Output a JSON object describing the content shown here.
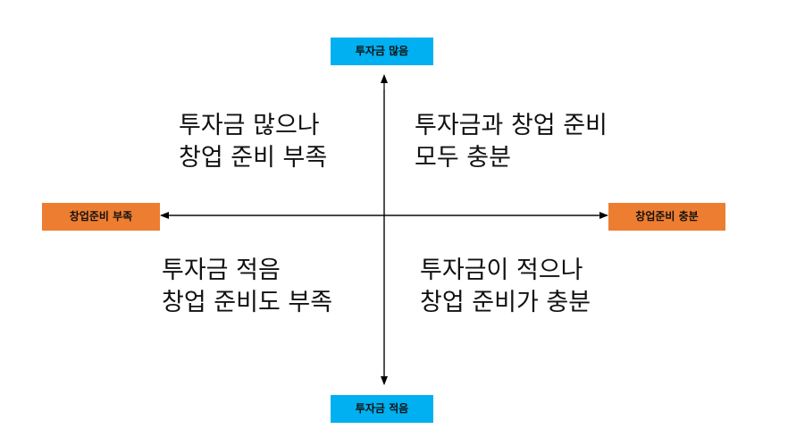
{
  "colors": {
    "vertical_label_bg": "#00b0f0",
    "horizontal_label_bg": "#ed7d31",
    "axis_line": "#000000",
    "text": "#111111"
  },
  "axis_labels": {
    "top": "투자금 많음",
    "bottom": "투자금 적음",
    "left": "창업준비 부족",
    "right": "창업준비 충분"
  },
  "quadrants": {
    "top_left": {
      "line1": "투자금 많으나",
      "line2": "창업 준비 부족"
    },
    "top_right": {
      "line1": "투자금과 창업 준비",
      "line2": "모두 충분"
    },
    "bottom_left": {
      "line1": "투자금 적음",
      "line2": "창업 준비도 부족"
    },
    "bottom_right": {
      "line1": "투자금이 적으나",
      "line2": "창업 준비가 충분"
    }
  }
}
